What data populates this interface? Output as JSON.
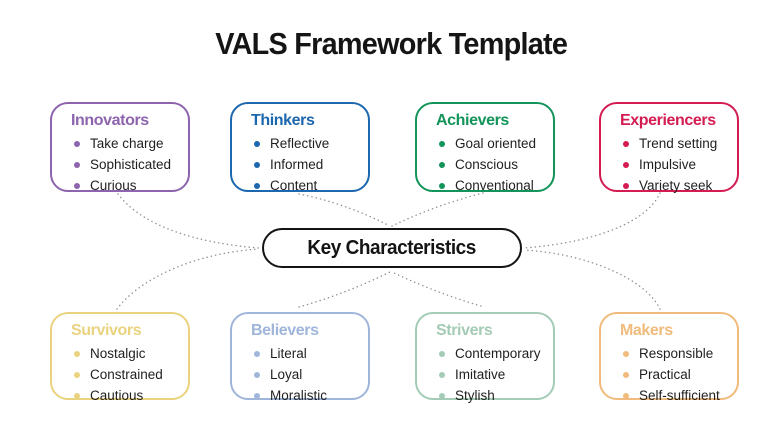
{
  "title": "VALS Framework Template",
  "center": {
    "label": "Key Characteristics"
  },
  "connector_color": "#8f8f8f",
  "text_color": "#1f1f1f",
  "groups": [
    {
      "name": "Innovators",
      "color": "#8d64ad",
      "traits": [
        "Take charge",
        "Sophisticated",
        "Curious"
      ]
    },
    {
      "name": "Thinkers",
      "color": "#1c67ae",
      "traits": [
        "Reflective",
        "Informed",
        "Content"
      ]
    },
    {
      "name": "Achievers",
      "color": "#12945a",
      "traits": [
        "Goal oriented",
        "Conscious",
        "Conventional"
      ]
    },
    {
      "name": "Experiencers",
      "color": "#d41c52",
      "traits": [
        "Trend setting",
        "Impulsive",
        "Variety seek"
      ]
    },
    {
      "name": "Survivors",
      "color": "#e9d37f",
      "traits": [
        "Nostalgic",
        "Constrained",
        "Cautious"
      ]
    },
    {
      "name": "Believers",
      "color": "#9fb6da",
      "traits": [
        "Literal",
        "Loyal",
        "Moralistic"
      ]
    },
    {
      "name": "Strivers",
      "color": "#a4cbb5",
      "traits": [
        "Contemporary",
        "Imitative",
        "Stylish"
      ]
    },
    {
      "name": "Makers",
      "color": "#f0bb7c",
      "traits": [
        "Responsible",
        "Practical",
        "Self-sufficient"
      ]
    }
  ]
}
